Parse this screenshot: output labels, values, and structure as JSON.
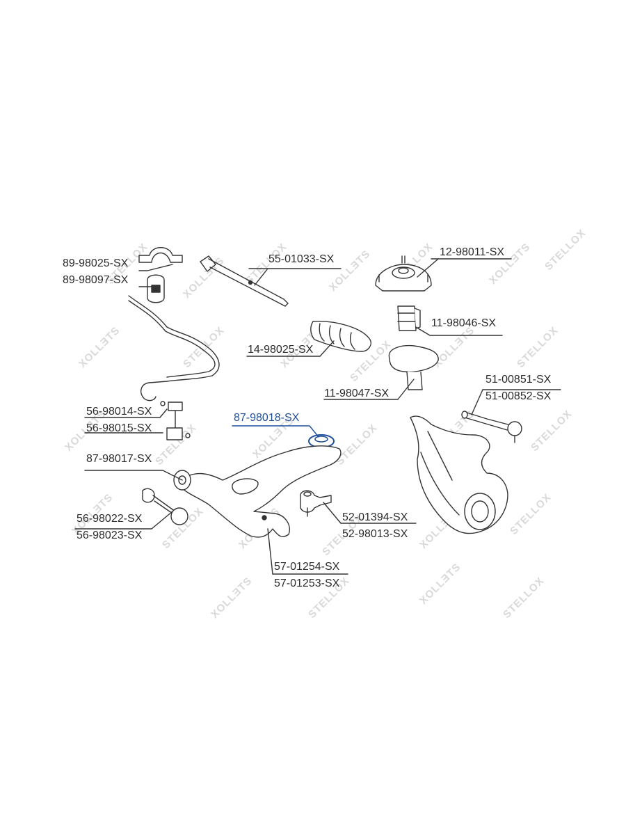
{
  "watermark": {
    "brand": "STELLOX",
    "mirror": "XOLLƎTS"
  },
  "parts": {
    "p89_98025": "89-98025-SX",
    "p89_98097": "89-98097-SX",
    "p55_01033": "55-01033-SX",
    "p12_98011": "12-98011-SX",
    "p11_98046": "11-98046-SX",
    "p14_98025": "14-98025-SX",
    "p11_98047": "11-98047-SX",
    "p51_00851": "51-00851-SX",
    "p51_00852": "51-00852-SX",
    "p56_98014": "56-98014-SX",
    "p56_98015": "56-98015-SX",
    "p87_98018": "87-98018-SX",
    "p87_98017": "87-98017-SX",
    "p56_98022": "56-98022-SX",
    "p56_98023": "56-98023-SX",
    "p52_01394": "52-01394-SX",
    "p52_98013": "52-98013-SX",
    "p57_01254": "57-01254-SX",
    "p57_01253": "57-01253-SX"
  },
  "colors": {
    "line": "#333333",
    "highlight": "#1f4e9a",
    "watermark": "#d9d9d9"
  }
}
